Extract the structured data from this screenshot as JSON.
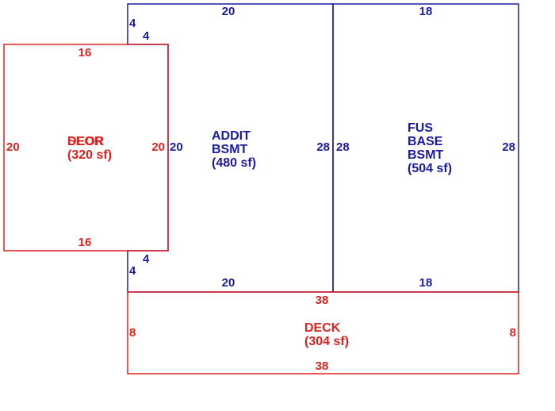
{
  "colors": {
    "blue": "#1a1aa6",
    "red": "#e0201c"
  },
  "areas": {
    "addit": {
      "name_lines": [
        "ADDIT",
        "BSMT"
      ],
      "area": "(480 sf)",
      "top": "20",
      "bottom": "20",
      "left": "20",
      "right": "28",
      "notch_top_v": "4",
      "notch_top_h": "4",
      "notch_bottom_v": "4",
      "notch_bottom_h": "4"
    },
    "fus": {
      "name_lines": [
        "FUS",
        "BASE",
        "BSMT"
      ],
      "area": "(504 sf)",
      "top": "18",
      "bottom": "18",
      "left": "28",
      "right": "28"
    },
    "deor": {
      "name_overlap": [
        "DEOR",
        "SEOR"
      ],
      "area": "(320 sf)",
      "top": "16",
      "bottom": "16",
      "left": "20",
      "right": "20"
    },
    "deck": {
      "name": "DECK",
      "area": "(304 sf)",
      "top": "38",
      "bottom": "38",
      "left": "8",
      "right": "8"
    }
  }
}
